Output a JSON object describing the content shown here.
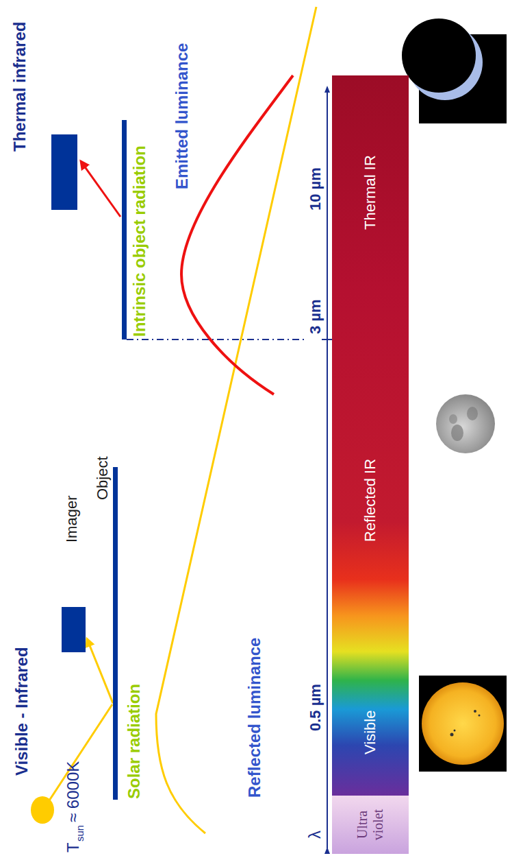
{
  "diagram": {
    "nodes": [
      {
        "text": [
          "Imager"
        ]
      },
      {
        "text": [
          "Object"
        ]
      },
      {
        "text": [
          "Ultra violet"
        ]
      },
      {
        "text": [
          "Visible",
          "Reflected IR",
          "Thermal IR"
        ]
      }
    ],
    "edges": [
      {
        "from": 1,
        "to": 0,
        "arrow": "to"
      }
    ],
    "labels": [
      "Visible - Infrared",
      "T",
      "sun",
      "≈ 6000K",
      "Solar radiation",
      "Thermal infrared",
      "Intrinsic object radiation",
      "Emitted luminance",
      "Reflected luminance",
      "0.5 µm",
      "3 µm",
      "10 µm",
      "λ"
    ]
  }
}
